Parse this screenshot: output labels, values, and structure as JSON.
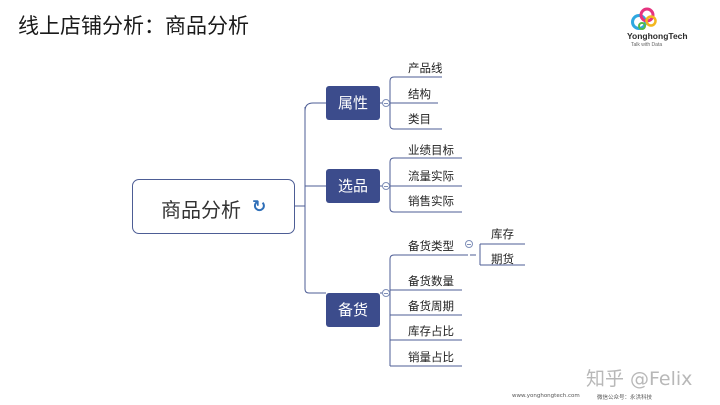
{
  "header": {
    "title": "线上店铺分析：商品分析"
  },
  "logo": {
    "brand": "YonghongTech",
    "tagline": "Talk with Data",
    "colors": [
      "#f3b61f",
      "#e5337f",
      "#2ea8e0",
      "#55b948"
    ]
  },
  "mindmap": {
    "center": {
      "label": "商品分析",
      "icon": "refresh-arrow-icon"
    },
    "branches": [
      {
        "label": "属性",
        "leaves": [
          {
            "label": "产品线"
          },
          {
            "label": "结构"
          },
          {
            "label": "类目"
          }
        ]
      },
      {
        "label": "选品",
        "leaves": [
          {
            "label": "业绩目标"
          },
          {
            "label": "流量实际"
          },
          {
            "label": "销售实际"
          }
        ]
      },
      {
        "label": "备货",
        "leaves": [
          {
            "label": "备货类型",
            "children": [
              {
                "label": "库存"
              },
              {
                "label": "期货"
              }
            ]
          },
          {
            "label": "备货数量"
          },
          {
            "label": "备货周期"
          },
          {
            "label": "库存占比"
          },
          {
            "label": "销量占比"
          }
        ]
      }
    ]
  },
  "colors": {
    "branch_fill": "#3c4c8c",
    "connector": "#4d5d95"
  },
  "footer": {
    "url": "www.yonghongtech.com",
    "wechat": "微信公众号：永洪科技"
  },
  "watermark": "知乎 @Felix"
}
